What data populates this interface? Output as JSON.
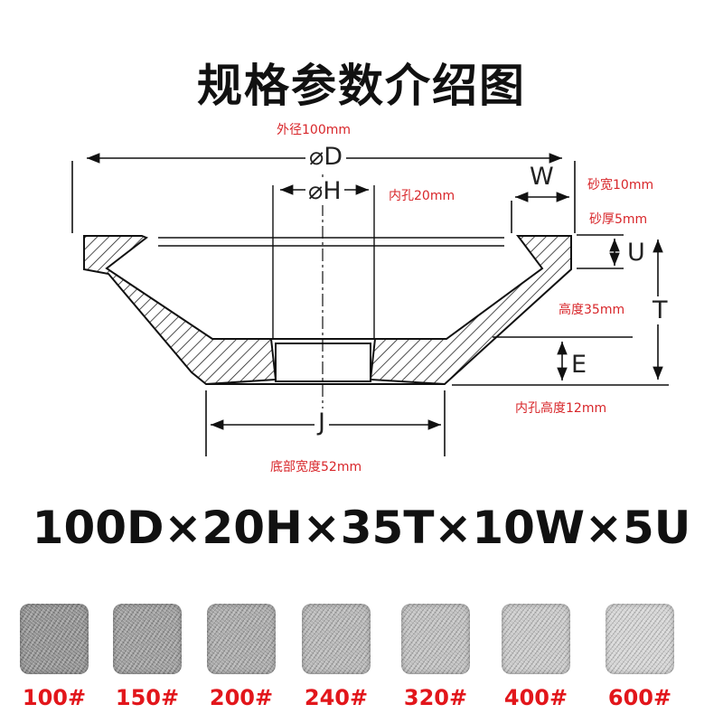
{
  "title": "规格参数介绍图",
  "symbols": {
    "D": "⌀D",
    "H": "⌀H",
    "W": "W",
    "U": "U",
    "T": "T",
    "E": "E",
    "J": "J"
  },
  "annotations": {
    "outer_diameter": "外径100mm",
    "inner_hole": "内孔20mm",
    "abrasive_width": "砂宽10mm",
    "abrasive_thickness": "砂厚5mm",
    "height": "高度35mm",
    "inner_hole_height": "内孔高度12mm",
    "bottom_width": "底部宽度52mm"
  },
  "spec": "100D×20H×35T×10W×5U",
  "grits": [
    {
      "label": "100#",
      "color": "#8e8e8e"
    },
    {
      "label": "150#",
      "color": "#999999"
    },
    {
      "label": "200#",
      "color": "#a6a6a6"
    },
    {
      "label": "240#",
      "color": "#b3b3b3"
    },
    {
      "label": "320#",
      "color": "#bcbcbc"
    },
    {
      "label": "400#",
      "color": "#c6c6c6"
    },
    {
      "label": "600#",
      "color": "#d2d2d2"
    }
  ]
}
